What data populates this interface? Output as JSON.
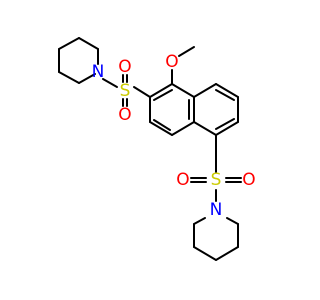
{
  "molecule": {
    "atoms": {
      "O_methoxy": "O",
      "S_top": "S",
      "O_top_left": "O",
      "O_top_bottom": "O",
      "N_top": "N",
      "S_bottom": "S",
      "O_bottom_left": "O",
      "O_bottom_right": "O",
      "N_bottom": "N"
    },
    "colors": {
      "carbon_bond": "#000000",
      "oxygen": "#ff0000",
      "sulfur": "#cccc00",
      "nitrogen": "#0000ff"
    }
  }
}
